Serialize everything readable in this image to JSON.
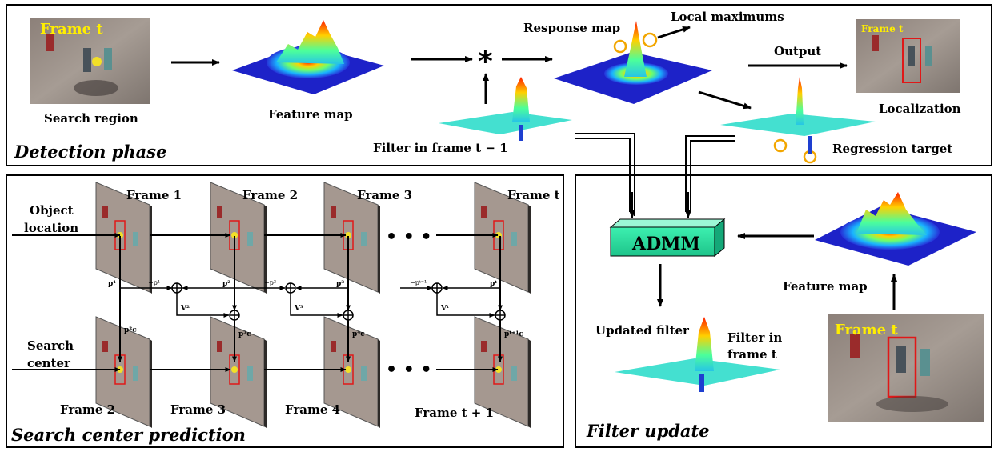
{
  "sections": {
    "detection": "Detection phase",
    "search_center": "Search center prediction",
    "filter_update": "Filter update"
  },
  "detection": {
    "frame_label": "Frame t",
    "search_region": "Search region",
    "feature_map": "Feature map",
    "conv_symbol": "*",
    "filter_prev": "Filter in frame t − 1",
    "response_map": "Response map",
    "local_max": "Local maximums",
    "output": "Output",
    "frame_label_small": "Frame t",
    "localization": "Localization",
    "regression_target": "Regression target"
  },
  "prediction": {
    "object_location": [
      "Object",
      "location"
    ],
    "search_center": [
      "Search",
      "center"
    ],
    "top_frames": [
      "Frame 1",
      "Frame 2",
      "Frame 3",
      "Frame t"
    ],
    "bottom_frames": [
      "Frame 2",
      "Frame 3",
      "Frame 4",
      "Frame t + 1"
    ],
    "ellipsis": "• • •",
    "p_labels": [
      "p¹",
      "p²",
      "p³",
      "pᵗ"
    ],
    "neg_p_labels": [
      "−p¹",
      "−p²",
      "−pᵗ⁻¹"
    ],
    "v_labels": [
      "V²",
      "V³",
      "Vᵗ"
    ],
    "pc_labels": [
      "p²c",
      "p³c",
      "p⁴c",
      "pᵗ⁺¹c"
    ]
  },
  "update": {
    "admm": "ADMM",
    "feature_map": "Feature map",
    "updated_filter": "Updated filter",
    "filter_in_frame": [
      "Filter in",
      "frame t"
    ],
    "frame_label": "Frame t"
  }
}
